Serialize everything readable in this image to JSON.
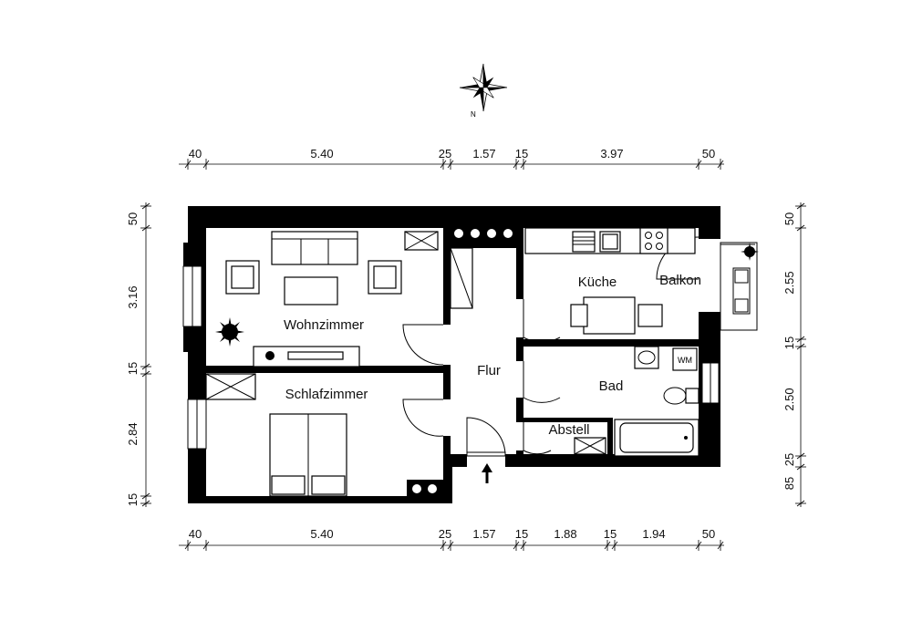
{
  "rooms": {
    "wohnzimmer": "Wohnzimmer",
    "schlafzimmer": "Schlafzimmer",
    "flur": "Flur",
    "kueche": "Küche",
    "balkon": "Balkon",
    "bad": "Bad",
    "abstell": "Abstell",
    "wm": "WM"
  },
  "compass": {
    "north_label": "N"
  },
  "dimensions": {
    "top": [
      "40",
      "5.40",
      "25",
      "1.57",
      "15",
      "3.97",
      "50"
    ],
    "bottom": [
      "40",
      "5.40",
      "25",
      "1.57",
      "15",
      "1.88",
      "15",
      "1.94",
      "50"
    ],
    "left": [
      "50",
      "3.16",
      "15",
      "2.84",
      "15"
    ],
    "right": [
      "50",
      "2.55",
      "15",
      "2.50",
      "25",
      "85"
    ]
  }
}
